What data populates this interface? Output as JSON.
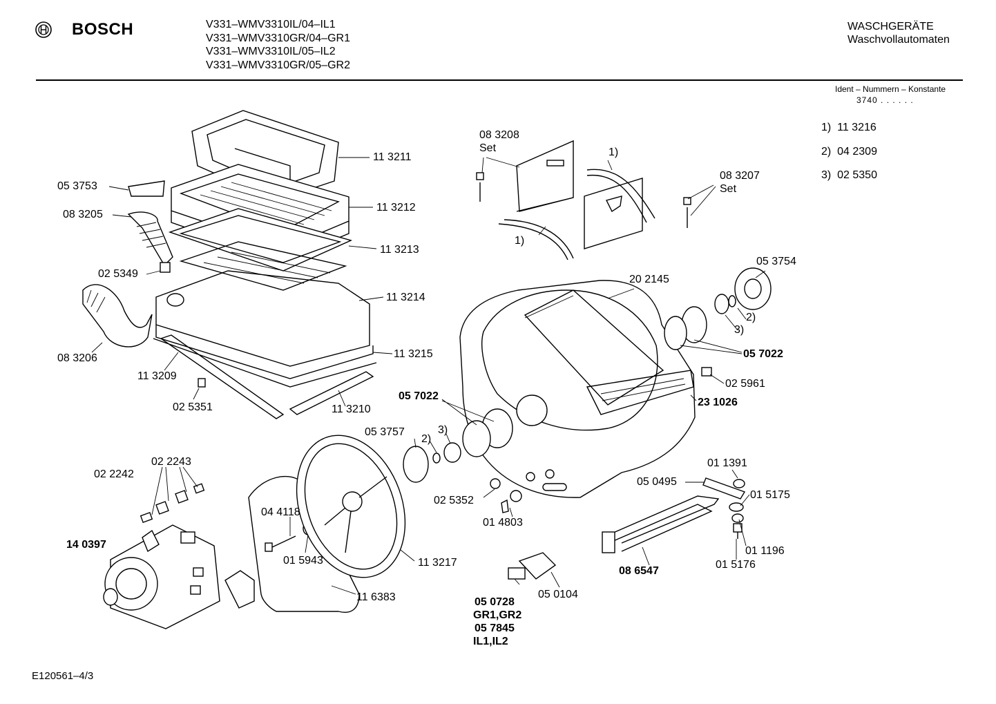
{
  "header": {
    "brand": "BOSCH",
    "models": [
      "V331–WMV3310IL/04–IL1",
      "V331–WMV3310GR/04–GR1",
      "V331–WMV3310IL/05–IL2",
      "V331–WMV3310GR/05–GR2"
    ],
    "category_line1": "WASCHGERÄTE",
    "category_line2": "Waschvollautomaten"
  },
  "ident": {
    "title": "Ident – Nummern – Konstante",
    "constant": "3740 . . . . . .",
    "items": [
      {
        "key": "1)",
        "value": "11 3216"
      },
      {
        "key": "2)",
        "value": "04 2309"
      },
      {
        "key": "3)",
        "value": "02 5350"
      }
    ]
  },
  "labels": {
    "p113211": "11 3211",
    "p113212": "11 3212",
    "p113213": "11 3213",
    "p113214": "11 3214",
    "p113215": "11 3215",
    "p053753": "05 3753",
    "p083205": "08 3205",
    "p025349": "02 5349",
    "p083206": "08 3206",
    "p113209": "11 3209",
    "p025351": "02 5351",
    "p113210": "11 3210",
    "p083208": "08 3208",
    "set1": "Set",
    "one_a": "1)",
    "one_b": "1)",
    "p083207": "08 3207",
    "set2": "Set",
    "p202145": "20 2145",
    "p053754": "05 3754",
    "two_a": "2)",
    "three_a": "3)",
    "p057022a": "05 7022",
    "p025961": "02 5961",
    "p231026": "23  1026",
    "p057022b": "05 7022",
    "p053757": "05 3757",
    "two_b": "2)",
    "three_b": "3)",
    "p022243": "02 2243",
    "p022242": "02 2242",
    "p140397": "14 0397",
    "p044118": "04 4118",
    "p015943": "01 5943",
    "p113217": "11 3217",
    "p116383": "11 6383",
    "p025352": "02 5352",
    "p014803": "01 4803",
    "p011391": "01 1391",
    "p050495": "05 0495",
    "p015175": "01 5175",
    "p011196": "01 1196",
    "p015176": "01 5176",
    "p086547": "08  6547",
    "p050104": "05 0104",
    "p050728": "05 0728",
    "gr": "GR1,GR2",
    "p057845": "05 7845",
    "il": "IL1,IL2"
  },
  "footer": {
    "code": "E120561–4/3"
  }
}
